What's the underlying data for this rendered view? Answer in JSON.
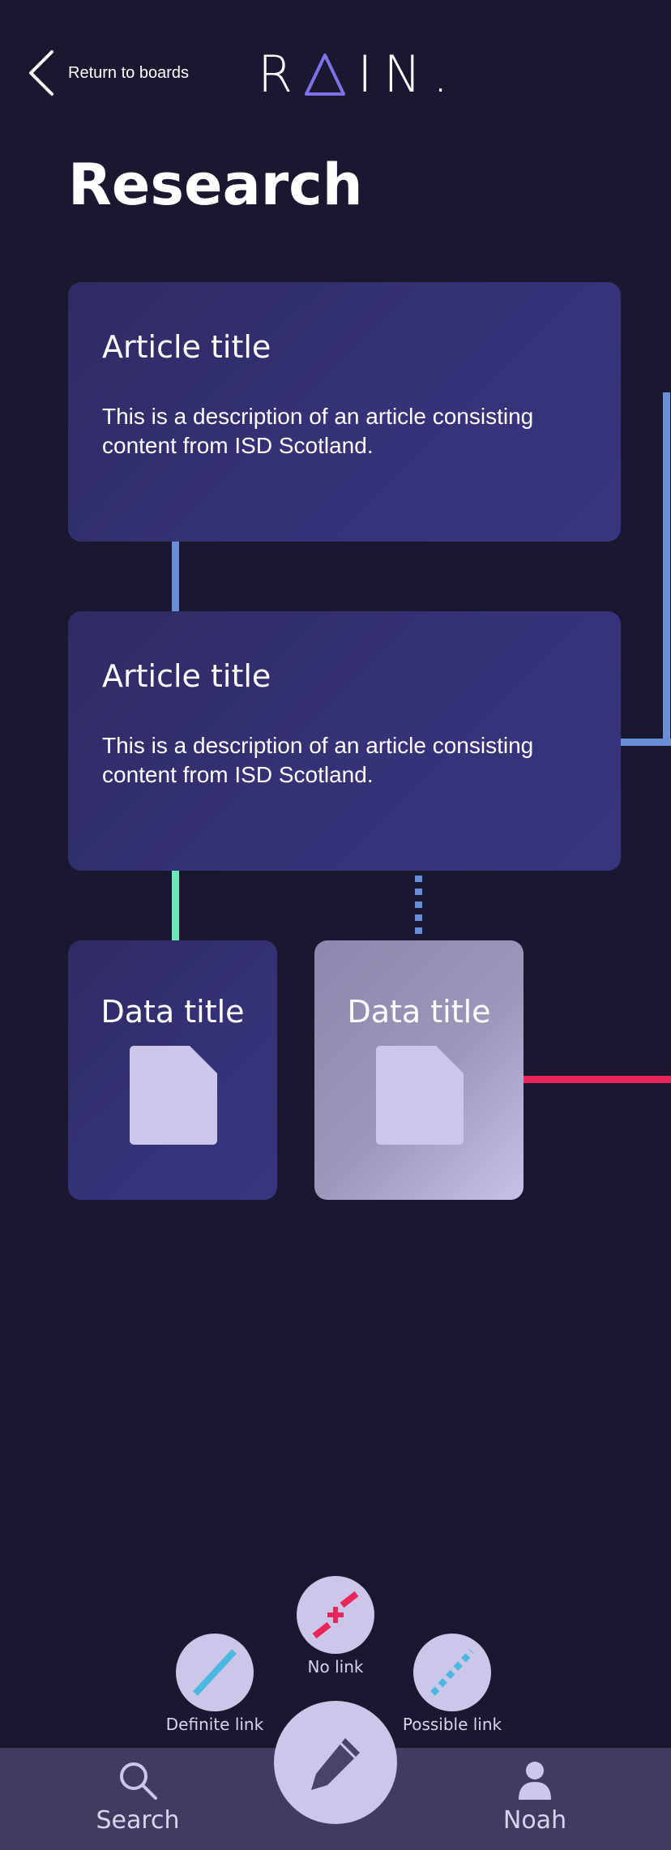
{
  "header": {
    "back_label": "Return to boards",
    "logo_text_left": "R",
    "logo_text_right": "IN",
    "logo_dot": "."
  },
  "page": {
    "title": "Research"
  },
  "articles": [
    {
      "title": "Article title",
      "description": "This is a description of an article consisting content from ISD Scotland."
    },
    {
      "title": "Article title",
      "description": "This is a description of an article consisting content from ISD Scotland."
    }
  ],
  "data_cards": [
    {
      "title": "Data title",
      "style": "dark"
    },
    {
      "title": "Data title",
      "style": "light"
    }
  ],
  "link_options": {
    "no_link": "No link",
    "definite_link": "Definite link",
    "possible_link": "Possible link"
  },
  "nav": {
    "search": "Search",
    "profile": "Noah"
  },
  "colors": {
    "background": "#1a1731",
    "card": "#35327a",
    "blue_link": "#6b8fd6",
    "green_link": "#6ee8b8",
    "red_link": "#e8265a",
    "cyan_link": "#4ab8e0",
    "accent_light": "#ccc6e8",
    "navbar": "#423b5f"
  },
  "icons": {
    "back": "chevron-left-icon",
    "file": "file-icon",
    "search": "search-icon",
    "profile": "person-icon",
    "edit": "pencil-icon"
  }
}
